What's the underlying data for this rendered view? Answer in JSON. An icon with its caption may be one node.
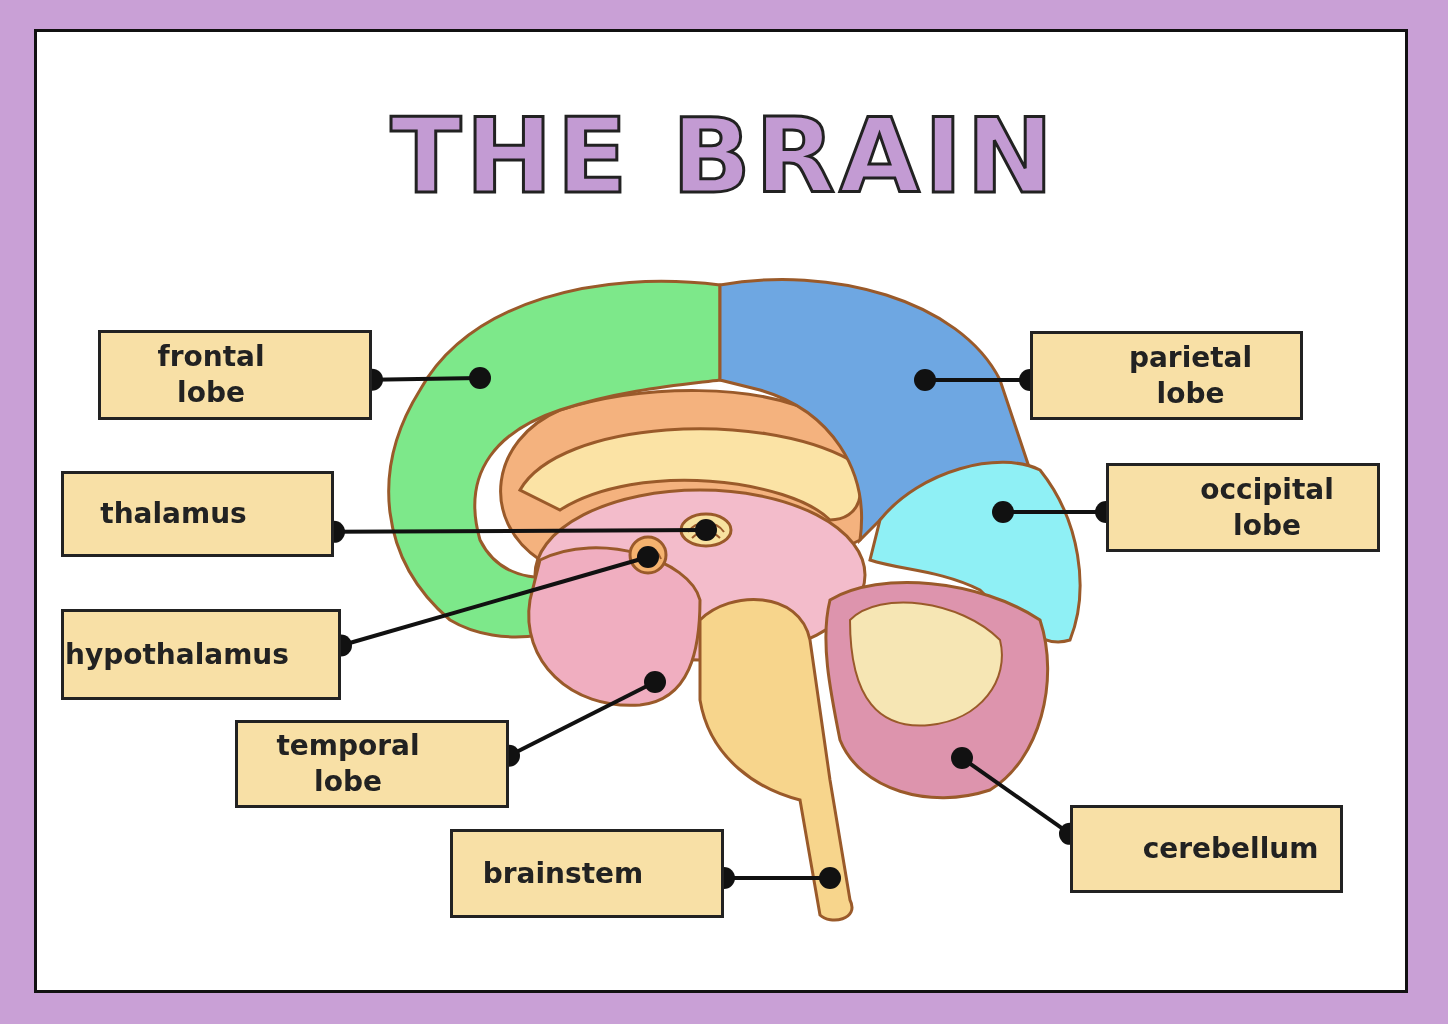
{
  "diagram": {
    "title": "THE BRAIN",
    "nodes": [
      {
        "text": [
          "frontal lobe"
        ]
      },
      {
        "text": [
          "parietal lobe"
        ]
      },
      {
        "text": [
          "occipital lobe"
        ]
      },
      {
        "text": [
          "thalamus"
        ]
      },
      {
        "text": [
          "hypothalamus"
        ]
      },
      {
        "text": [
          "temporal lobe"
        ]
      },
      {
        "text": [
          "cerebellum"
        ]
      },
      {
        "text": [
          "brainstem"
        ]
      },
      {
        "text": [],
        "shape": "picture"
      },
      {
        "text": [],
        "shape": "picture"
      },
      {
        "text": [],
        "shape": "picture"
      },
      {
        "text": [],
        "shape": "picture"
      },
      {
        "text": [],
        "shape": "picture"
      },
      {
        "text": [],
        "shape": "picture"
      },
      {
        "text": [],
        "shape": "picture"
      },
      {
        "text": [],
        "shape": "picture"
      }
    ],
    "edges": [
      {
        "from": 0,
        "to": 8,
        "arrow": "other"
      },
      {
        "from": 1,
        "to": 9,
        "arrow": "other"
      },
      {
        "from": 2,
        "to": 10,
        "arrow": "other"
      },
      {
        "from": 3,
        "to": 11,
        "arrow": "other"
      },
      {
        "from": 4,
        "to": 12,
        "arrow": "other"
      },
      {
        "from": 5,
        "to": 13,
        "arrow": "other"
      },
      {
        "from": 6,
        "to": 14,
        "arrow": "other"
      },
      {
        "from": 7,
        "to": 15,
        "arrow": "other"
      }
    ]
  }
}
